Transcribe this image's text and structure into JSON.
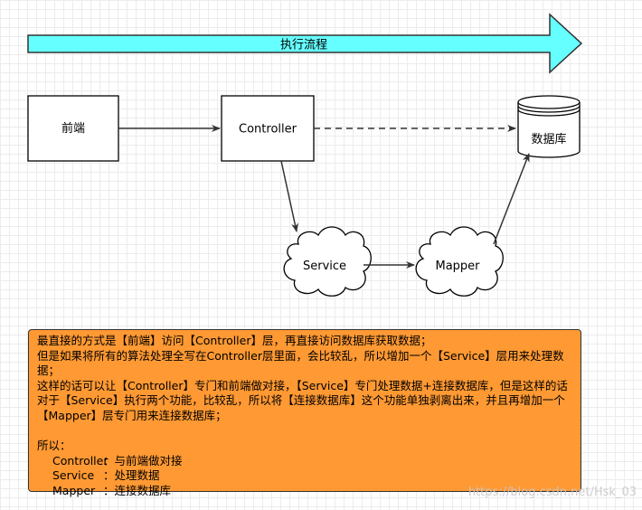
{
  "banner": {
    "label": "执行流程"
  },
  "nodes": {
    "frontend": "前端",
    "controller": "Controller",
    "database": "数据库",
    "service": "Service",
    "mapper": "Mapper"
  },
  "note": {
    "paragraphs": [
      "最直接的方式是【前端】访问【Controller】层，再直接访问数据库获取数据；",
      "但是如果将所有的算法处理全写在Controller层里面，会比较乱，所以增加一个【Service】层用来处理数据；",
      "这样的话可以让【Controller】专门和前端做对接，【Service】专门处理数据+连接数据库，但是这样的话对于【Service】执行两个功能，比较乱，所以将【连接数据库】这个功能单独剥离出来，并且再增加一个【Mapper】层专门用来连接数据库；",
      "",
      "所以："
    ],
    "definitions": [
      {
        "key": "Controller",
        "sep": "：",
        "text": "与前端做对接"
      },
      {
        "key": "Service",
        "sep": "：",
        "text": "处理数据"
      },
      {
        "key": "Mapper",
        "sep": "：",
        "text": "连接数据库"
      }
    ]
  },
  "watermark": "https://blog.csdn.net/Hsk_03",
  "colors": {
    "banner_fill": "#66ffff",
    "note_fill": "#ff9933",
    "node_stroke": "#000000",
    "edge_stroke": "#333333"
  }
}
